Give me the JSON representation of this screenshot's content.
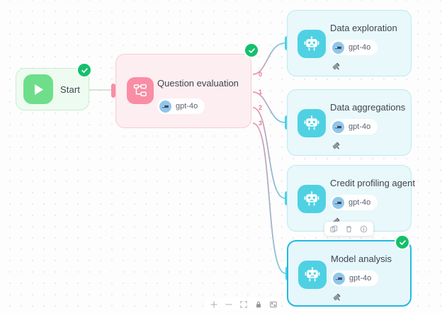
{
  "canvas": {
    "background_color": "#fdfdfd",
    "grid_dot_color": "#e3e3e6"
  },
  "colors": {
    "start_accent": "#6ede8a",
    "question_accent": "#f98da5",
    "agent_accent": "#4fd1e3",
    "status_success": "#14c06b",
    "selected_border": "#22b9e0"
  },
  "nodes": {
    "start": {
      "label": "Start",
      "icon": "play-icon",
      "status": "success"
    },
    "question": {
      "title": "Question evaluation",
      "icon": "branch-router-icon",
      "model": "gpt-4o",
      "model_icon": "openai-model-icon",
      "status": "success",
      "ports": [
        "0",
        "1",
        "2",
        "3"
      ]
    },
    "agents": [
      {
        "title": "Data exploration",
        "icon": "robot-icon",
        "model": "gpt-4o",
        "model_icon": "openai-model-icon",
        "tool_icon": "tools-icon",
        "selected": false,
        "status": null
      },
      {
        "title": "Data aggregations",
        "icon": "robot-icon",
        "model": "gpt-4o",
        "model_icon": "openai-model-icon",
        "tool_icon": "tools-icon",
        "selected": false,
        "status": null
      },
      {
        "title": "Credit profiling agent",
        "icon": "robot-icon",
        "model": "gpt-4o",
        "model_icon": "openai-model-icon",
        "tool_icon": "tools-icon",
        "selected": false,
        "status": null
      },
      {
        "title": "Model analysis",
        "icon": "robot-icon",
        "model": "gpt-4o",
        "model_icon": "openai-model-icon",
        "tool_icon": "tools-icon",
        "selected": true,
        "status": "success"
      }
    ]
  },
  "node_toolbar": {
    "copy_icon": "copy-icon",
    "delete_icon": "trash-icon",
    "info_icon": "info-icon"
  },
  "controls": {
    "zoom_in_icon": "plus-icon",
    "zoom_out_icon": "minus-icon",
    "fit_view_icon": "fit-view-icon",
    "lock_icon": "lock-icon",
    "minimap_icon": "minimap-icon"
  }
}
